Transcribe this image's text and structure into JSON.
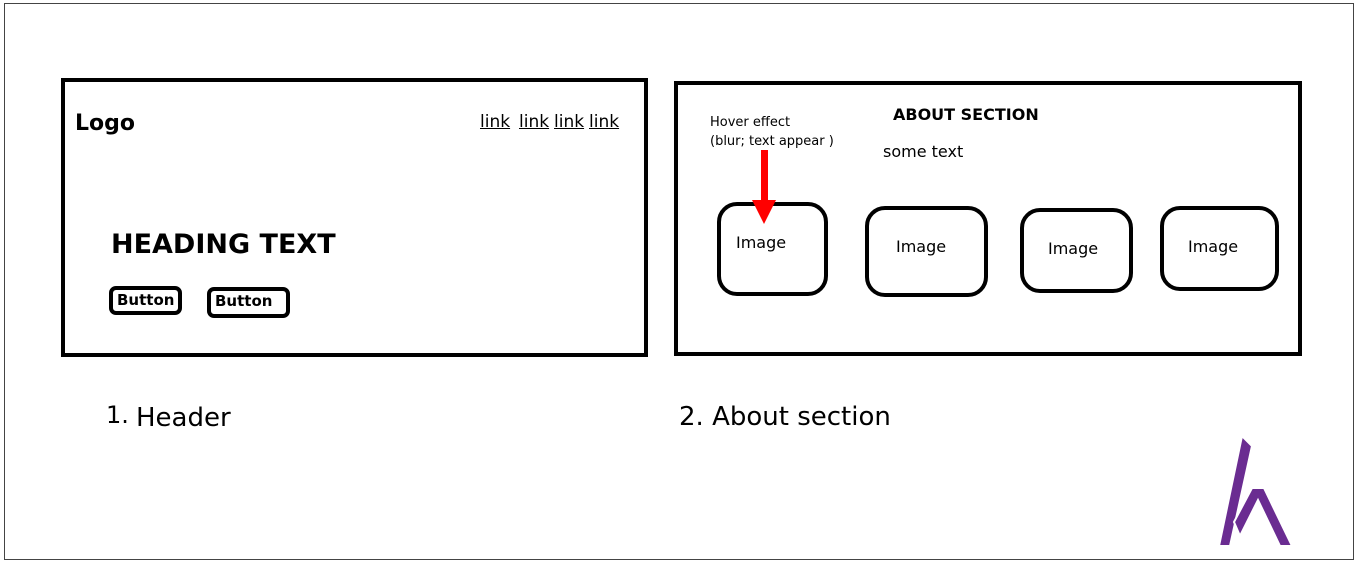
{
  "header": {
    "logo": "Logo",
    "links": [
      "link",
      "link",
      "link",
      "link"
    ],
    "heading": "HEADING TEXT",
    "buttons": [
      "Button",
      "Button"
    ]
  },
  "about": {
    "hover_note_line1": "Hover effect",
    "hover_note_line2": "(blur; text appear )",
    "title": "ABOUT SECTION",
    "text": "some text",
    "images": [
      "Image",
      "Image",
      "Image",
      "Image"
    ]
  },
  "captions": {
    "header_number": "1.",
    "header_label": "Header",
    "about_label": "2. About section"
  },
  "colors": {
    "arrow": "#ff0000",
    "logo_mark": "#6a2c91"
  },
  "icons": {
    "arrow": "arrow-down-icon",
    "brand": "letter-h-logo-icon"
  }
}
